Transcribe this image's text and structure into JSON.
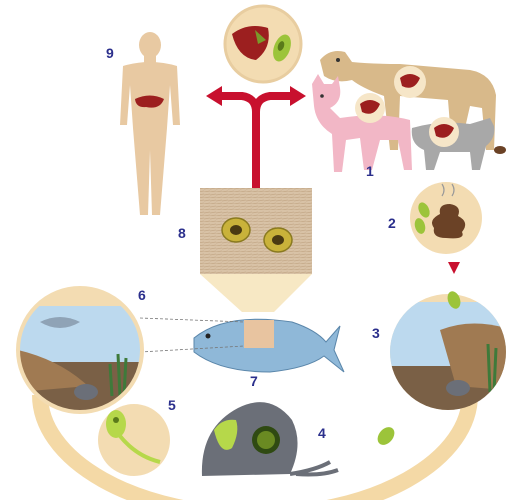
{
  "diagram": {
    "type": "parasite-life-cycle",
    "colors": {
      "cycle_ring": "#f4d9a6",
      "arrow_red": "#c8102e",
      "number_blue": "#2b2f8c",
      "water": "#bcd9ee",
      "sediment": "#8a6a4a",
      "human_skin": "#e8c9a2",
      "dog": "#d8b98a",
      "cat_pink": "#f2b7c6",
      "cat_grey": "#a8a8a8",
      "liver": "#9c1f1f",
      "egg_green": "#9cc43a",
      "fish": "#8fb8d8",
      "snail": "#6b6f78",
      "cercaria": "#b6d84a"
    },
    "steps": [
      {
        "id": "1",
        "label": "1"
      },
      {
        "id": "2",
        "label": "2"
      },
      {
        "id": "3",
        "label": "3"
      },
      {
        "id": "4",
        "label": "4"
      },
      {
        "id": "5",
        "label": "5"
      },
      {
        "id": "6",
        "label": "6"
      },
      {
        "id": "7",
        "label": "7"
      },
      {
        "id": "8",
        "label": "8"
      },
      {
        "id": "9",
        "label": "9"
      }
    ],
    "icons": [
      "human-figure",
      "dog",
      "cat",
      "liver-inset",
      "feces-with-eggs",
      "snail",
      "fish",
      "metacercariae-inset",
      "cercaria"
    ]
  }
}
